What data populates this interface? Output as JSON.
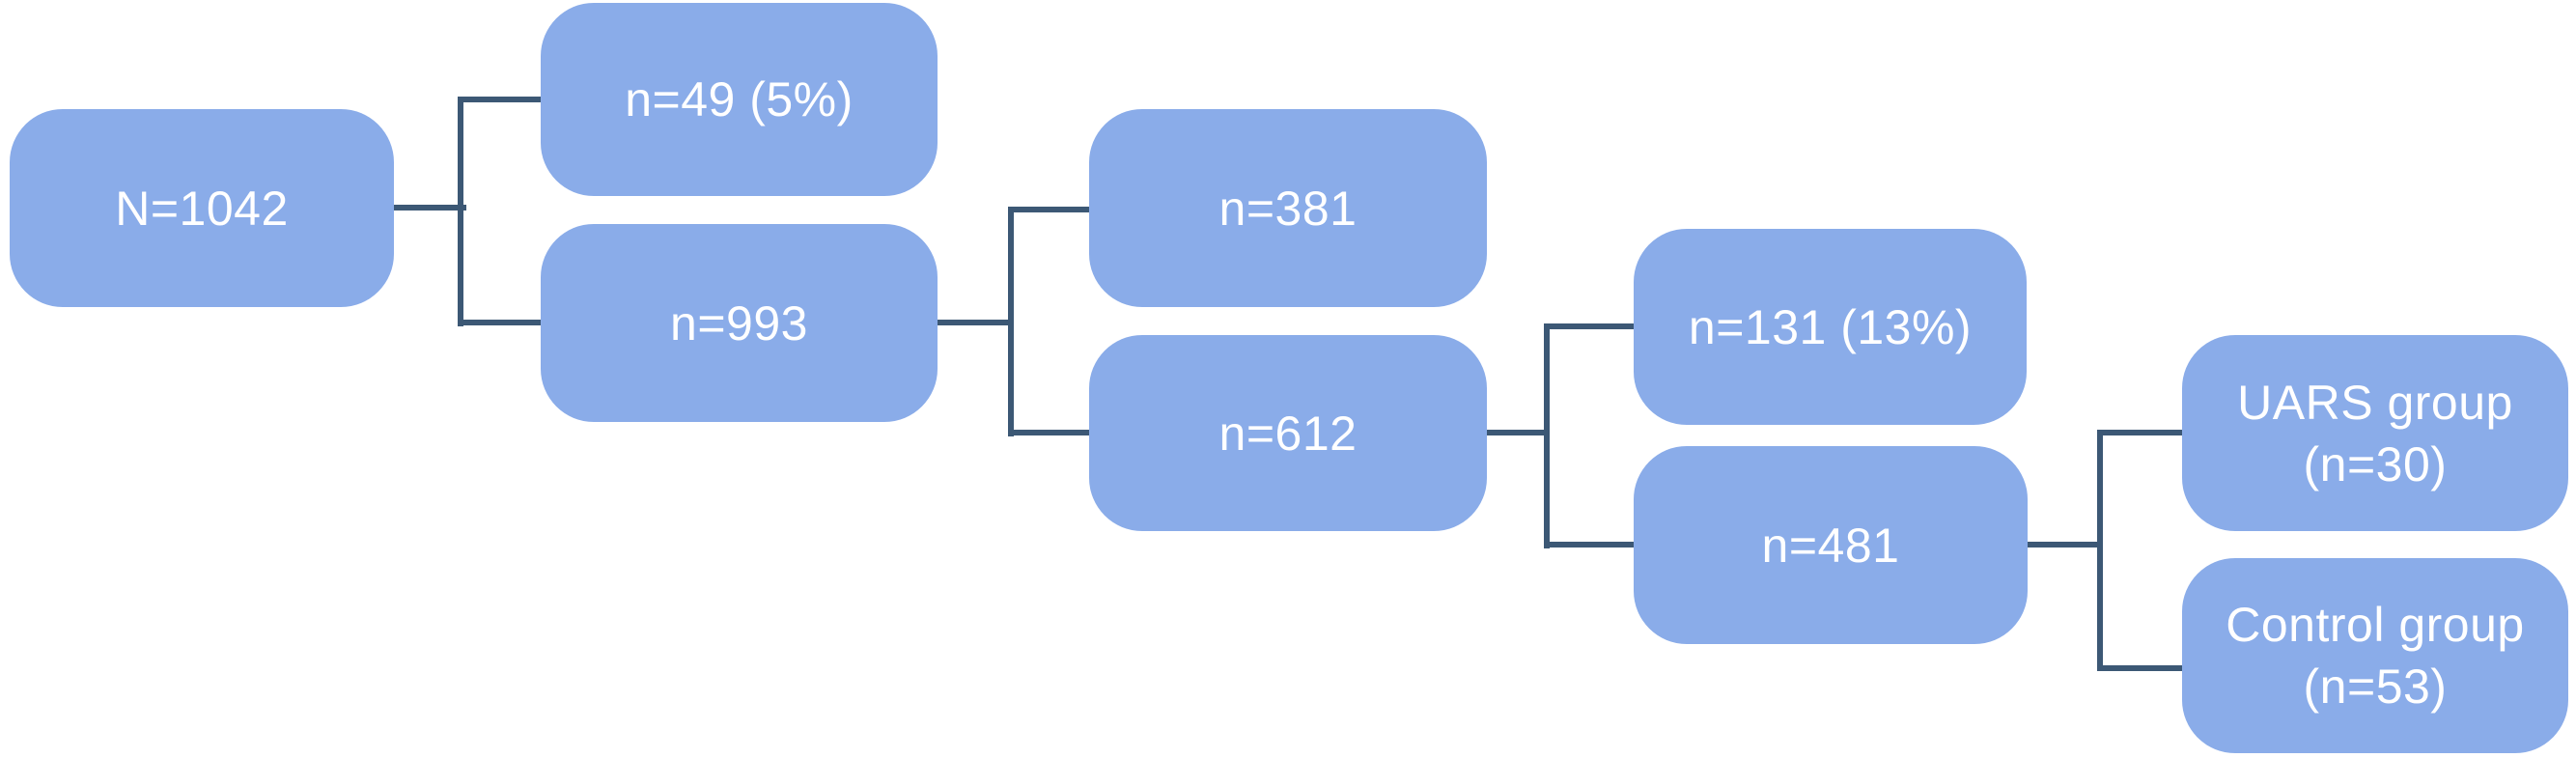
{
  "diagram": {
    "type": "flowchart",
    "direction": "left-to-right",
    "colors": {
      "node_fill": "#8aace9",
      "node_text": "#ffffff",
      "connector": "#3c5875",
      "background": "#ffffff"
    },
    "nodes": [
      {
        "id": "total",
        "label": "N=1042"
      },
      {
        "id": "excluded-1",
        "label": "n=49 (5%)"
      },
      {
        "id": "remaining-1",
        "label": "n=993"
      },
      {
        "id": "excluded-2",
        "label": "n=381"
      },
      {
        "id": "remaining-2",
        "label": "n=612"
      },
      {
        "id": "excluded-3",
        "label": "n=131 (13%)"
      },
      {
        "id": "remaining-3",
        "label": "n=481"
      },
      {
        "id": "uars-group",
        "label": "UARS group (n=30)",
        "lines": [
          "UARS group",
          "(n=30)"
        ]
      },
      {
        "id": "control-group",
        "label": "Control group (n=53)",
        "lines": [
          "Control group",
          "(n=53)"
        ]
      }
    ],
    "edges": [
      {
        "from": "total",
        "to": "excluded-1"
      },
      {
        "from": "total",
        "to": "remaining-1"
      },
      {
        "from": "remaining-1",
        "to": "excluded-2"
      },
      {
        "from": "remaining-1",
        "to": "remaining-2"
      },
      {
        "from": "remaining-2",
        "to": "excluded-3"
      },
      {
        "from": "remaining-2",
        "to": "remaining-3"
      },
      {
        "from": "remaining-3",
        "to": "uars-group"
      },
      {
        "from": "remaining-3",
        "to": "control-group"
      }
    ]
  }
}
